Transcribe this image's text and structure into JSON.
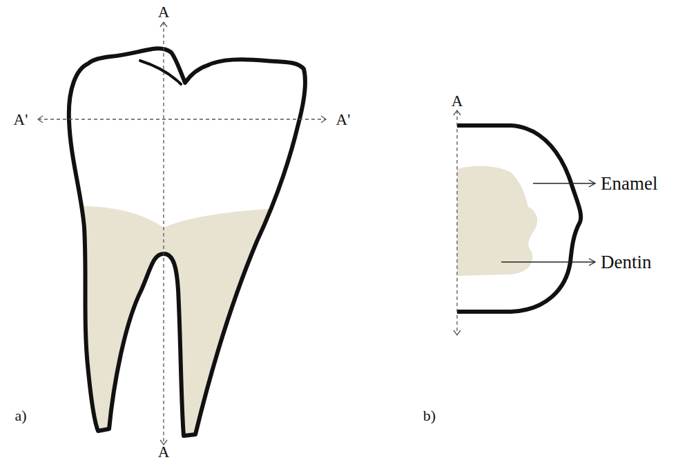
{
  "diagram": {
    "labels": [
      "A",
      "A'",
      "A'",
      "a)",
      "A",
      "A",
      "Enamel",
      "Dentin",
      "b)"
    ]
  }
}
